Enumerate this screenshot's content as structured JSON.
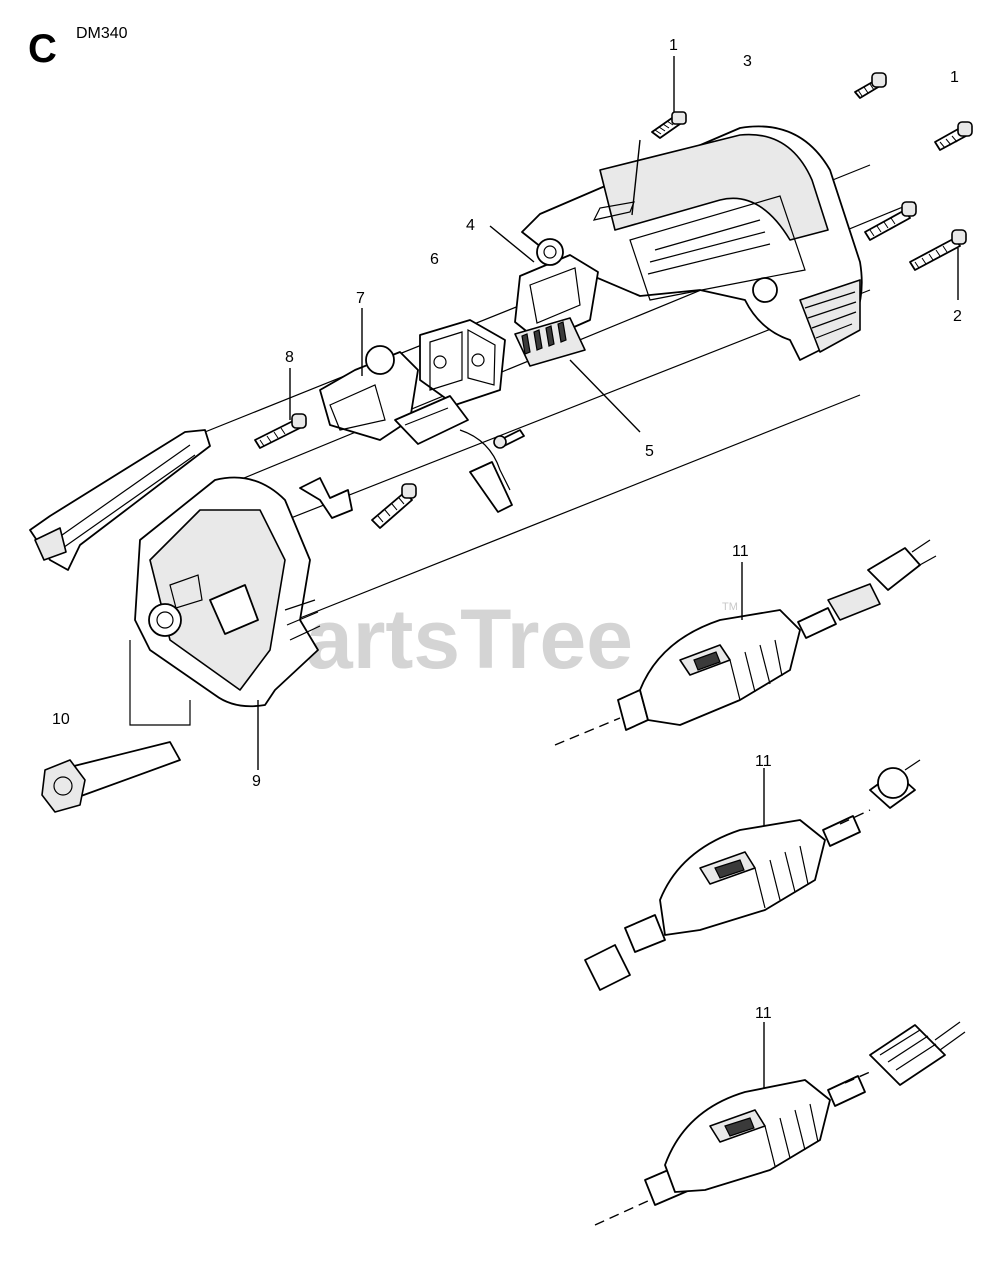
{
  "header": {
    "section_letter": "C",
    "model": "DM340"
  },
  "watermark": {
    "text": "PartsTree",
    "tm": "TM"
  },
  "callouts": {
    "c1a": "1",
    "c1b": "1",
    "c2": "2",
    "c3": "3",
    "c4": "4",
    "c5": "5",
    "c6": "6",
    "c7": "7",
    "c8": "8",
    "c9": "9",
    "c10": "10",
    "c11a": "11",
    "c11b": "11",
    "c11c": "11"
  }
}
